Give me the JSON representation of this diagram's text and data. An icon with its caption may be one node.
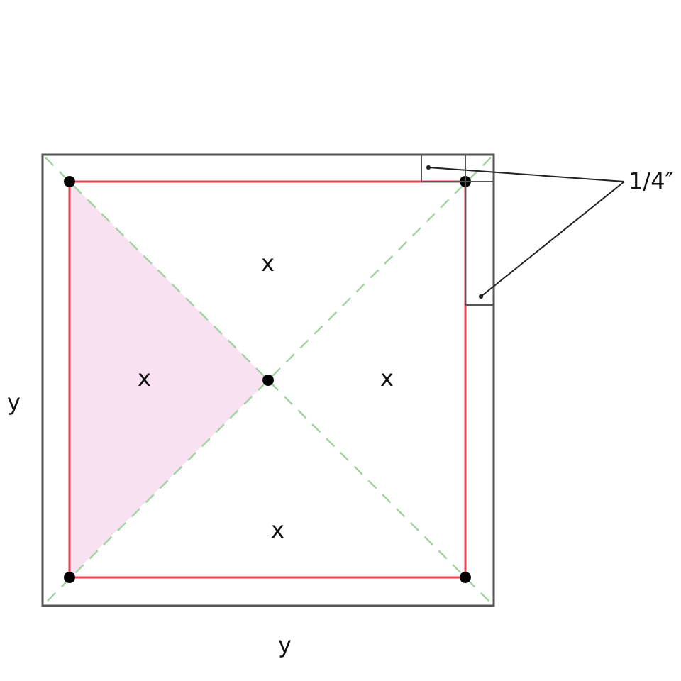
{
  "diagram": {
    "nodes": [
      {
        "text": [
          "1/4″"
        ]
      },
      {
        "text": [],
        "shape": "box"
      },
      {
        "text": [],
        "shape": "box"
      }
    ],
    "edges": [
      {
        "from": 0,
        "to": 1,
        "arrow": "other"
      },
      {
        "from": 0,
        "to": 2,
        "arrow": "other"
      }
    ],
    "labels": [
      "x",
      "x",
      "x",
      "x",
      "y",
      "y"
    ]
  }
}
